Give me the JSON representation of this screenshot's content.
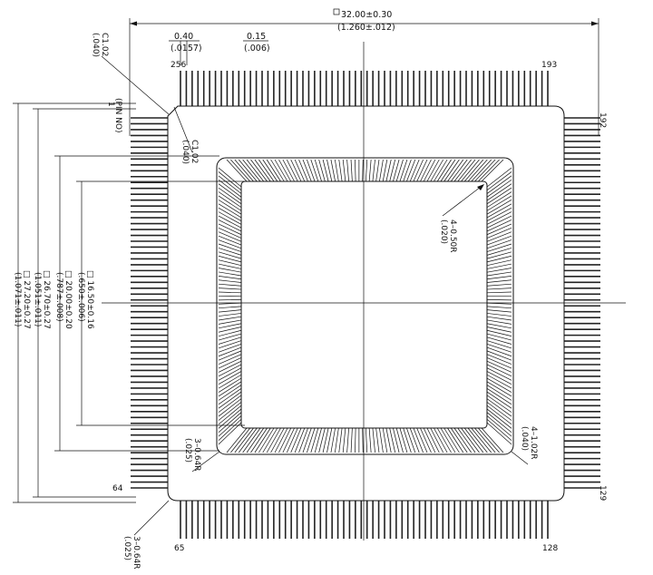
{
  "dimensions": {
    "top": {
      "square": "□",
      "metric": "32.00±0.30",
      "inch": "(1.260±.012)"
    },
    "pitch": {
      "metric": "0.40",
      "inch": "(.0157)"
    },
    "lead_width": {
      "metric": "0.15",
      "inch": "(.006)"
    },
    "chamfer_outer": {
      "metric": "C1.02",
      "inch": "(.040)"
    },
    "chamfer_inner": {
      "metric": "C1.02",
      "inch": "(.040)"
    },
    "pin_one": {
      "number": "1",
      "label": "(PIN NO)"
    },
    "inner_radius": {
      "metric": "4–0.50R",
      "inch": "(.020)"
    },
    "outer_radius": {
      "metric": "4–1.02R",
      "inch": "(.040)"
    },
    "lower_radius_a": {
      "metric": "3–0.64R",
      "inch": "(.025)"
    },
    "lower_radius_b": {
      "metric": "3–0.64R",
      "inch": "(.025)"
    },
    "vertical": [
      {
        "metric": "□ 16.50±0.16",
        "inch": "(.650±.006)"
      },
      {
        "metric": "□ 20.00±0.20",
        "inch": "(.787±.008)"
      },
      {
        "metric": "□ 26.70±0.27",
        "inch": "(1.051±.011)"
      },
      {
        "metric": "□ 27.20±0.27",
        "inch": "(1.071±.011)"
      }
    ]
  },
  "pin_labels": {
    "top_left": "256",
    "top_right": "193",
    "right_top": "192",
    "right_bottom": "129",
    "bottom_left": "65",
    "bottom_right": "128",
    "left_bottom": "64"
  }
}
